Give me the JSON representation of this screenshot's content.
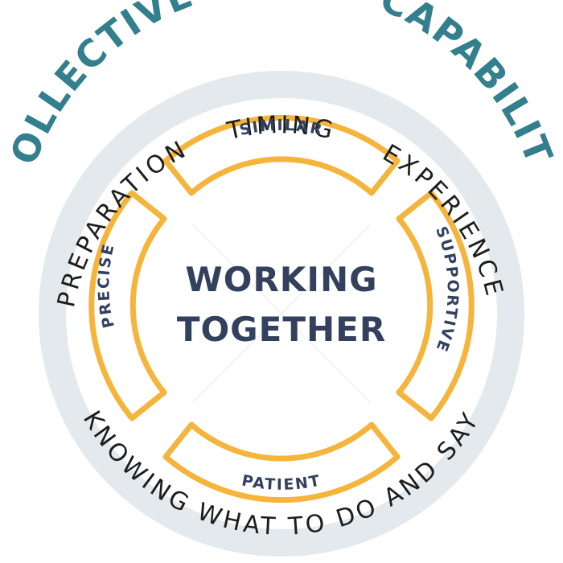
{
  "title": "COLLECTIVE GROUP CAPABILITY",
  "outer_ring": {
    "top": "TIMING",
    "right": "EXPERIENCE",
    "left": "PREPARATION",
    "bottom": "KNOWING WHAT TO DO AND SAY"
  },
  "inner_segments": {
    "top": "SIMILAR",
    "right": "SUPPORTIVE",
    "bottom": "PATIENT",
    "left": "PRECISE"
  },
  "center": {
    "line1": "WORKING",
    "line2": "TOGETHER"
  },
  "colors": {
    "title": "#337f8d",
    "ring": "#e3e9ed",
    "segment_stroke": "#f5b43c",
    "segment_text": "#33415e",
    "center_text": "#33415e",
    "ring_text": "#1d1d1d"
  }
}
